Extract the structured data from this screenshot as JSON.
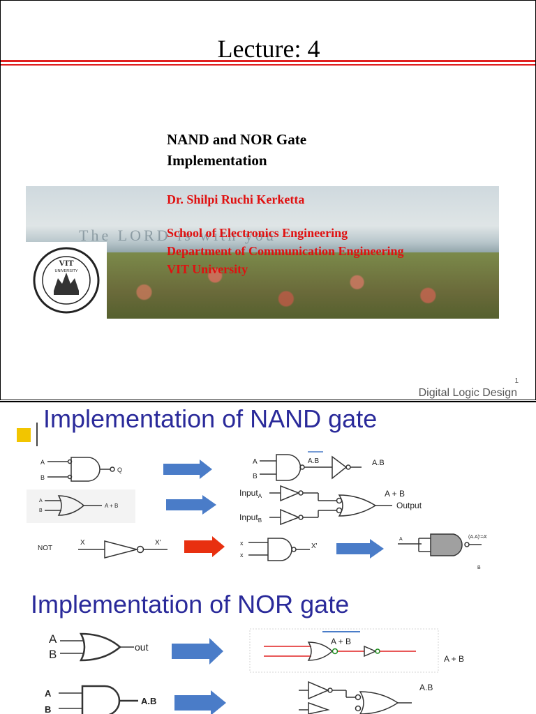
{
  "slide1": {
    "title": "Lecture: 4",
    "subtitle_line1": "NAND and NOR Gate",
    "subtitle_line2": "Implementation",
    "author": "Dr. Shilpi Ruchi Kerketta",
    "affil_line1": "School of Electronics Engineering",
    "affil_line2": "Department of Communication Engineering",
    "affil_line3": "VIT University",
    "banner_text": "The LORD is with you",
    "logo_name": "VIT",
    "logo_sub": "UNIVERSITY",
    "page_number": "1",
    "footer": "Digital Logic Design"
  },
  "slide2": {
    "heading_nand": "Implementation of NAND gate",
    "heading_nor": "Implementation of NOR gate",
    "nand": {
      "and_in_a": "A",
      "and_in_b": "B",
      "and_out": "Q",
      "and_nand_a": "A",
      "and_nand_b": "B",
      "and_nand_mid": "A.B",
      "and_nand_out": "A.B",
      "or_in_a": "A",
      "or_in_b": "B",
      "or_out": "A + B",
      "or_nand_in_a": "Input",
      "or_nand_sub_a": "A",
      "or_nand_in_b": "Input",
      "or_nand_sub_b": "B",
      "or_nand_top": "A + B",
      "or_nand_out": "Output",
      "not_label": "NOT",
      "not_in": "X",
      "not_out": "X'",
      "not_nand_in1": "x",
      "not_nand_in2": "x",
      "not_nand_out": "X'",
      "not_alt_in": "A",
      "not_alt_out": "(A.A)'=A'",
      "not_alt_b": "B"
    },
    "nor": {
      "or_in_a": "A",
      "or_in_b": "B",
      "or_out": "out",
      "or_nor_top": "A + B",
      "or_nor_out": "A + B",
      "and_in_a": "A",
      "and_in_b": "B",
      "and_out": "A.B",
      "and_nor_out": "A.B"
    },
    "colors": {
      "heading": "#2a2a9a",
      "arrow_blue": "#4a7cc8",
      "arrow_red": "#e83010",
      "title_red": "#e02020"
    }
  }
}
